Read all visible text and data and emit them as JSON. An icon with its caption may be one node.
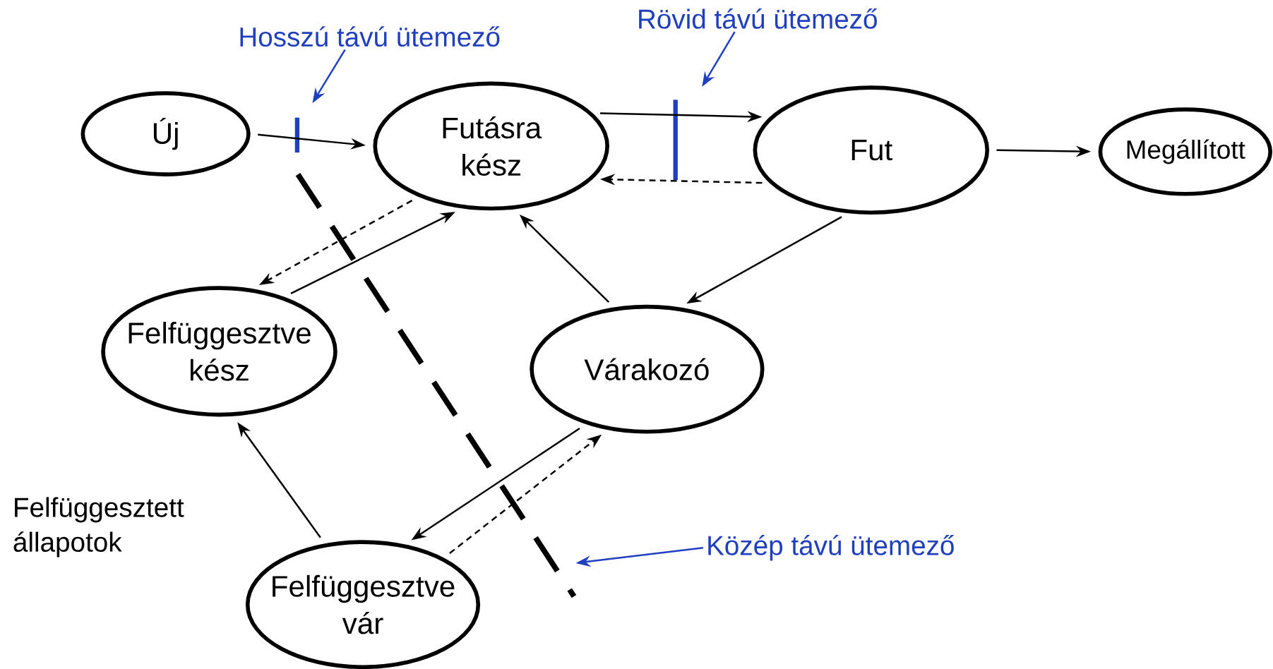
{
  "diagram": {
    "nodes": [
      {
        "text": [
          "Új"
        ]
      },
      {
        "text": [
          "Futásra kész"
        ]
      },
      {
        "text": [
          "Fut"
        ]
      },
      {
        "text": [
          "Megállított"
        ]
      },
      {
        "text": [
          "Felfüggesztve kész"
        ]
      },
      {
        "text": [
          "Várakozó"
        ]
      },
      {
        "text": [
          "Felfüggesztve vár"
        ]
      },
      {
        "text": [
          "Hosszú távú ütemező"
        ]
      },
      {
        "text": [
          "Rövid távú ütemező"
        ]
      },
      {
        "text": [
          "Közép távú ütemező"
        ]
      }
    ],
    "edges": [
      {
        "from": 0,
        "to": 1,
        "arrow": "to"
      },
      {
        "from": 1,
        "to": 2,
        "arrow": "to"
      },
      {
        "from": 2,
        "to": 1,
        "arrow": "to",
        "style": "dashed"
      },
      {
        "from": 2,
        "to": 3,
        "arrow": "to"
      },
      {
        "from": 2,
        "to": 5,
        "arrow": "to"
      },
      {
        "from": 5,
        "to": 1,
        "arrow": "to"
      },
      {
        "from": 1,
        "to": 4,
        "arrow": "to",
        "style": "dashed"
      },
      {
        "from": 4,
        "to": 1,
        "arrow": "to"
      },
      {
        "from": 5,
        "to": 6,
        "arrow": "to"
      },
      {
        "from": 6,
        "to": 5,
        "arrow": "to",
        "style": "dashed"
      },
      {
        "from": 6,
        "to": 4,
        "arrow": "to"
      },
      {
        "from": 7,
        "to": null,
        "arrow": "to",
        "color": "#1f3fbf"
      },
      {
        "from": 8,
        "to": null,
        "arrow": "to",
        "color": "#1f3fbf"
      },
      {
        "from": 9,
        "to": null,
        "arrow": "to",
        "color": "#1f3fbf"
      }
    ],
    "labels": [
      "Felfüggesztett állapotok"
    ]
  }
}
